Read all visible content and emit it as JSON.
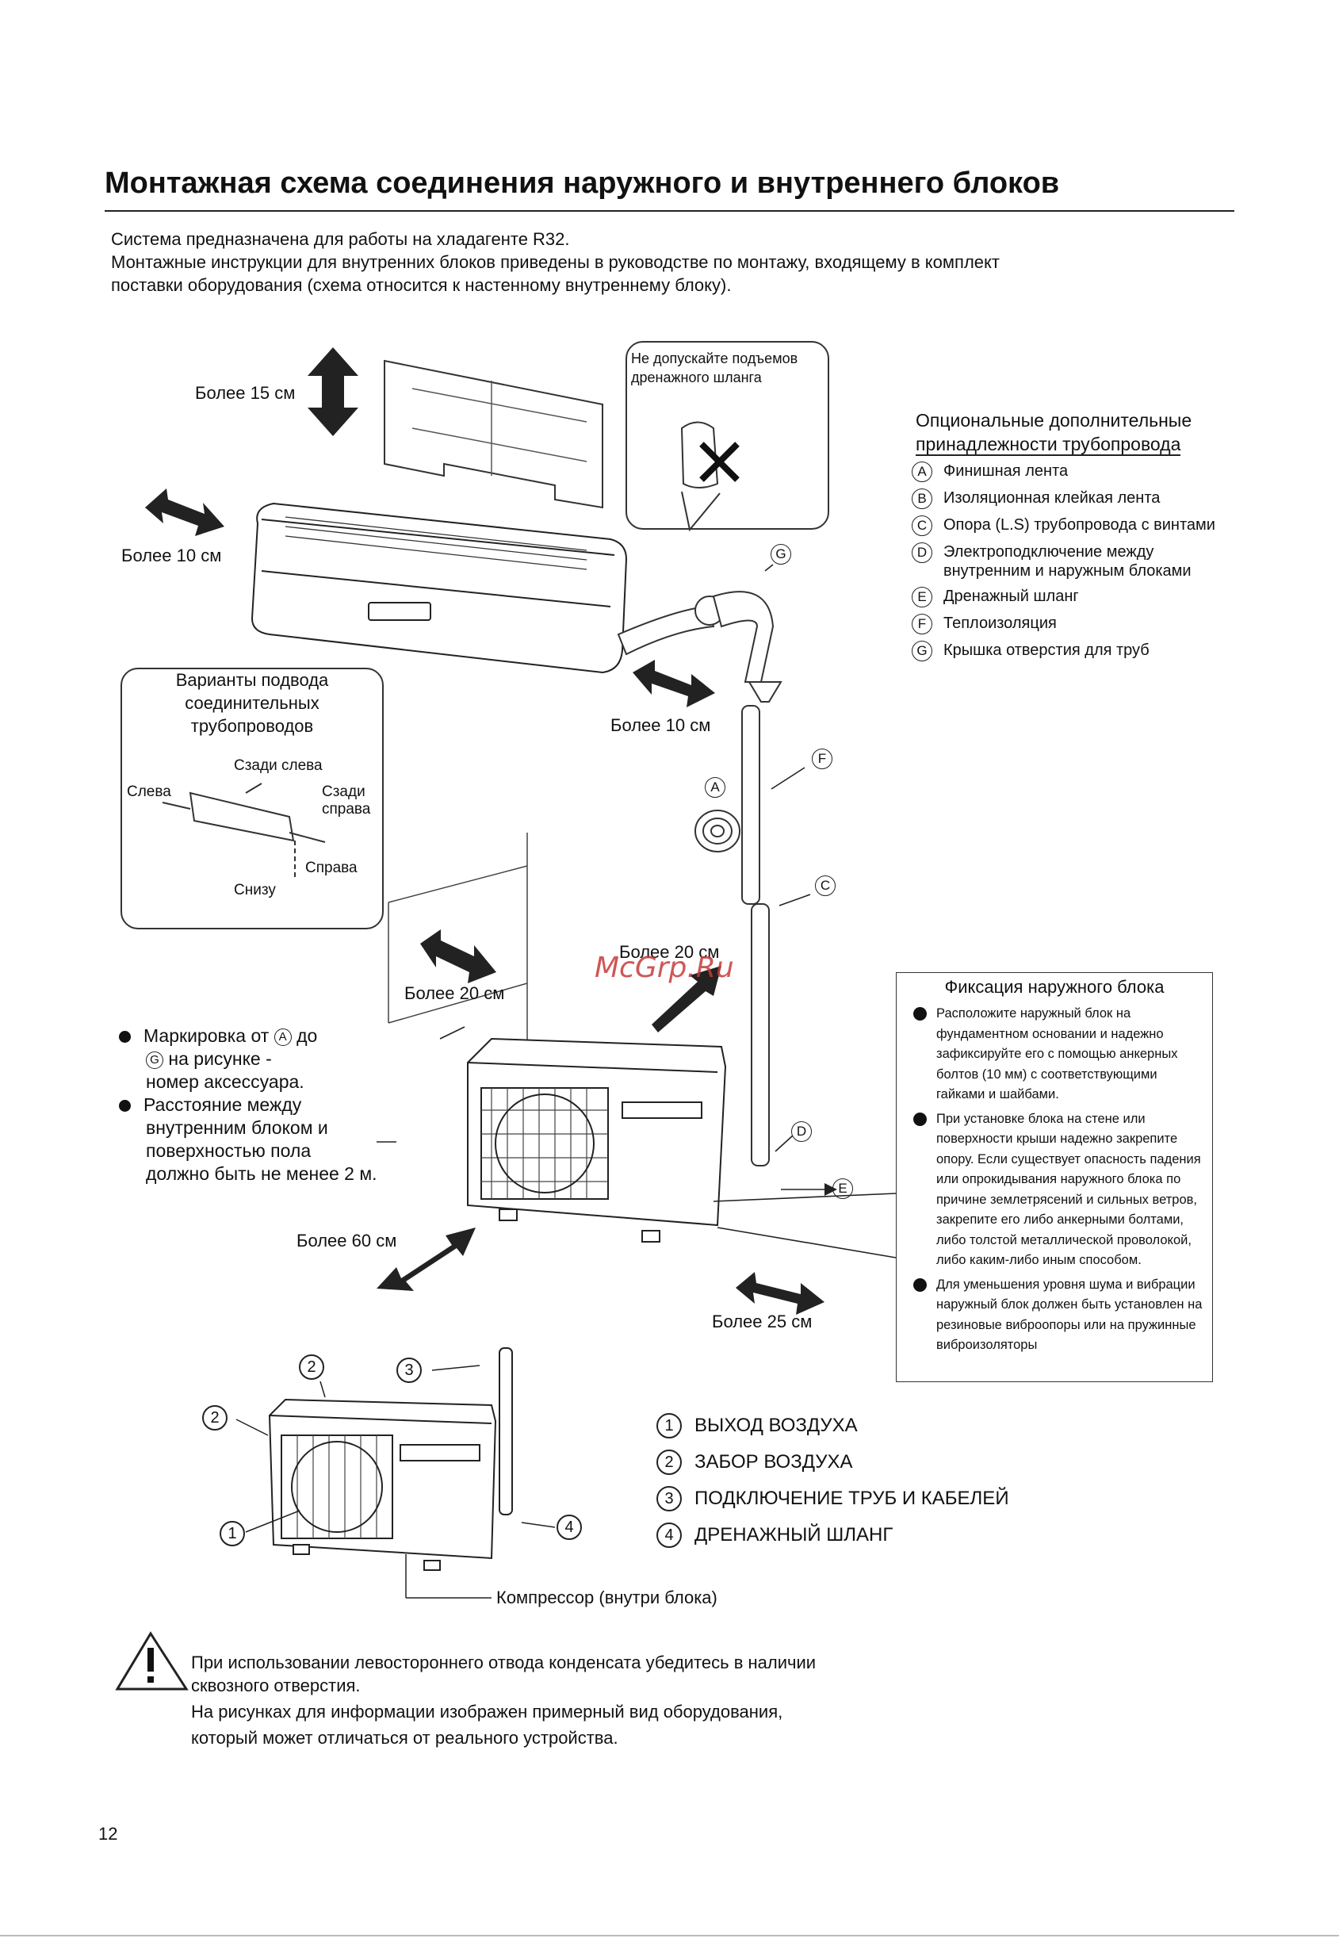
{
  "title": "Монтажная схема соединения наружного и внутреннего блоков",
  "intro": [
    "Система предназначена для работы на хладагенте R32.",
    "Монтажные инструкции для внутренних блоков приведены в руководстве по монтажу, входящему в комплект",
    "поставки оборудования (схема относится к настенному внутреннему блоку)."
  ],
  "clearances": {
    "top": "Более 15 см",
    "left": "Более 10 см",
    "right": "Более 10 см",
    "outdoor_back_left": "Более 20 см",
    "outdoor_back_right": "Более 20 см",
    "outdoor_front": "Более 60 см",
    "outdoor_side": "Более 25 см"
  },
  "drain_callout": [
    "Не допускайте подъемов",
    "дренажного шланга"
  ],
  "accessories": {
    "heading_line1": "Опциональные дополнительные",
    "heading_line2": "принадлежности трубопровода",
    "items": [
      {
        "key": "A",
        "label": "Финишная лента"
      },
      {
        "key": "B",
        "label": "Изоляционная клейкая лента"
      },
      {
        "key": "C",
        "label": "Опора (L.S) трубопровода с винтами"
      },
      {
        "key": "D",
        "label": "Электроподключение между внутренним и наружным блоками"
      },
      {
        "key": "E",
        "label": "Дренажный шланг"
      },
      {
        "key": "F",
        "label": "Теплоизоляция"
      },
      {
        "key": "G",
        "label": "Крышка отверстия для труб"
      }
    ]
  },
  "pipe_options": {
    "title": "Варианты подвода соединительных трубопроводов",
    "back_left": "Сзади слева",
    "left": "Слева",
    "back_right": "Сзади справа",
    "right": "Справа",
    "bottom": "Снизу"
  },
  "markers": {
    "A": "A",
    "C": "C",
    "D": "D",
    "E": "E",
    "F": "F",
    "G": "G"
  },
  "notes": {
    "n1_before": "Маркировка от",
    "n1_mid": "до",
    "n1_line2": "на рисунке -",
    "n1_line3": "номер аксессуара.",
    "n2": [
      "Расстояние между",
      "внутренним блоком и",
      "поверхностью пола",
      "должно быть не менее 2 м."
    ]
  },
  "fixing": {
    "title": "Фиксация наружного блока",
    "items": [
      "Расположите наружный блок на фундаментном основании и надежно зафиксируйте его с помощью анкерных болтов (10 мм) с соответствующими гайками и шайбами.",
      "При установке блока на стене или поверхности крыши надежно закрепите опору. Если существует опасность падения или опрокидывания наружного блока по причине землетрясений и сильных ветров, закрепите его либо анкерными болтами, либо толстой металлической проволокой, либо каким-либо иным способом.",
      "Для уменьшения уровня шума и вибрации наружный блок должен быть установлен на резиновые виброопоры или на пружинные виброизоляторы"
    ]
  },
  "legend": [
    {
      "num": "1",
      "label": "ВЫХОД ВОЗДУХА"
    },
    {
      "num": "2",
      "label": "ЗАБОР ВОЗДУХА"
    },
    {
      "num": "3",
      "label": "ПОДКЛЮЧЕНИЕ ТРУБ И КАБЕЛЕЙ"
    },
    {
      "num": "4",
      "label": "ДРЕНАЖНЫЙ ШЛАНГ"
    }
  ],
  "compressor_label": "Компрессор (внутри блока)",
  "warning": [
    "При использовании левостороннего отвода конденсата убедитесь в наличии",
    "сквозного отверстия.",
    "На рисунках для информации изображен примерный вид оборудования,",
    "который может отличаться от реального устройства."
  ],
  "watermark": "McGrp.Ru",
  "page_number": "12"
}
